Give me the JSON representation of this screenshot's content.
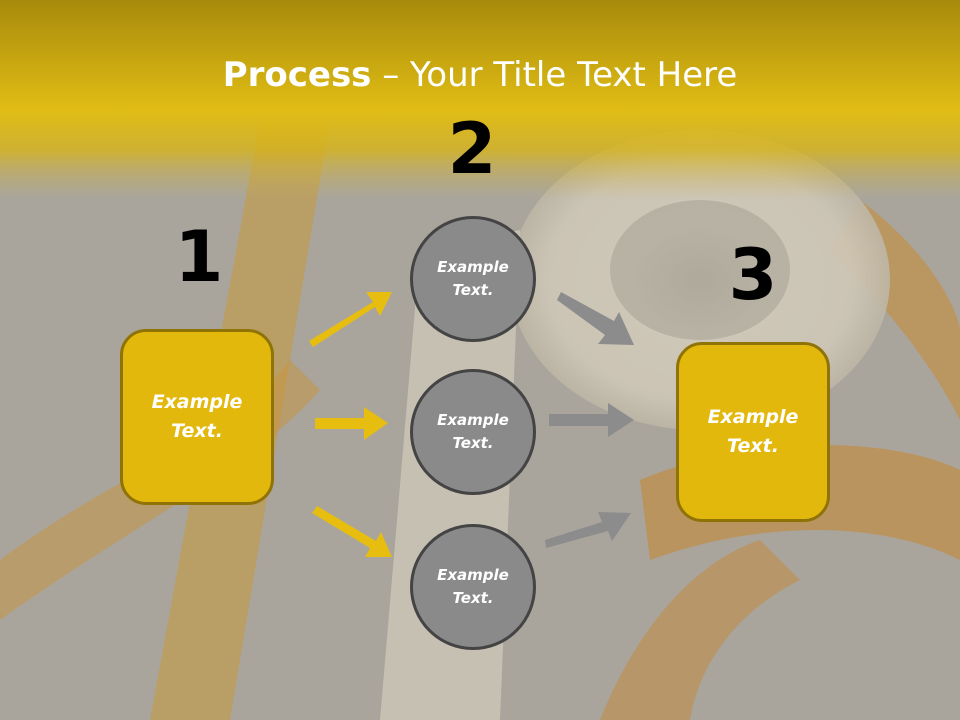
{
  "title": {
    "bold": "Process",
    "rest": " – Your Title Text Here"
  },
  "steps": [
    {
      "number": "1",
      "text": "Example Text."
    },
    {
      "number": "2"
    },
    {
      "number": "3",
      "text": "Example Text."
    }
  ],
  "circles": [
    {
      "text": "Example Text."
    },
    {
      "text": "Example Text."
    },
    {
      "text": "Example Text."
    }
  ],
  "colors": {
    "accent_yellow": "#e3b80c",
    "header_gold": "#b8960a",
    "circle_gray": "#8a8a8a",
    "arrow_gray": "#8c8c8c"
  }
}
